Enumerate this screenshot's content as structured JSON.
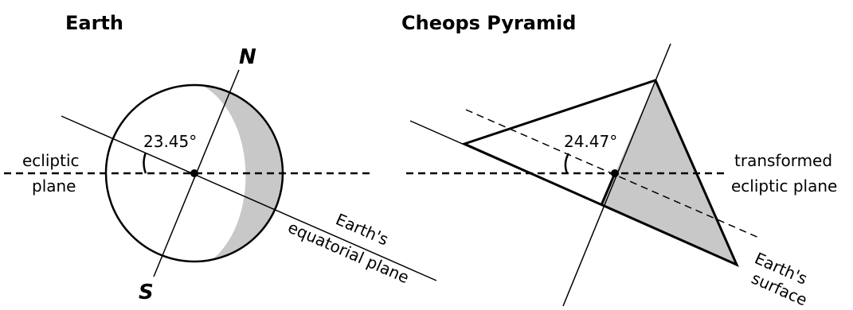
{
  "earth": {
    "title": "Earth",
    "north_label": "N",
    "south_label": "S",
    "angle_label": "23.45°",
    "ecliptic_line1": "ecliptic",
    "ecliptic_line2": "plane",
    "equatorial_line1": "Earth's",
    "equatorial_line2": "equatorial plane"
  },
  "pyramid": {
    "title": "Cheops Pyramid",
    "angle_label": "24.47°",
    "ecliptic_line1": "transformed",
    "ecliptic_line2": "ecliptic plane",
    "surface_line1": "Earth's",
    "surface_line2": "surface"
  },
  "colors": {
    "shade": "#c8c8c8",
    "stroke": "#000000"
  }
}
